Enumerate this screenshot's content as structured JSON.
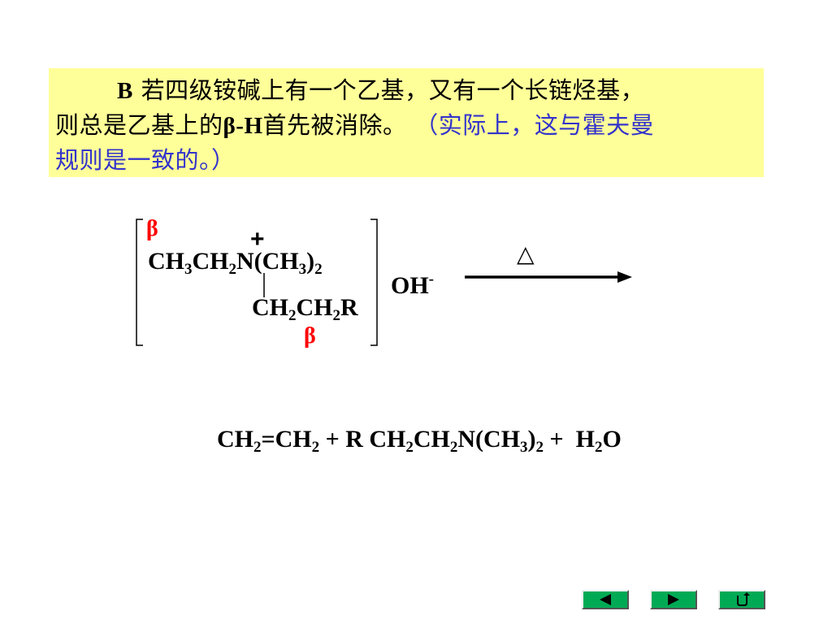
{
  "note": {
    "latin_b": "B",
    "line1_text": "若四级铵碱上有一个乙基，又有一个长链烃基，",
    "line2_pre": "则总是乙基上的",
    "line2_latin": "β-H",
    "line2_post": "首先被消除。",
    "aside_a": "（实际上，这与霍夫曼",
    "aside_b": "规则是一致的。）",
    "box_color": "#ffff99",
    "aside_color": "#3333cc"
  },
  "reactant": {
    "beta_top": "β",
    "plus": "+",
    "f_ch": "CH",
    "f_3": "3",
    "f_ch2": "CH",
    "f_2": "2",
    "f_n": "N(CH",
    "f_3b": "3",
    "f_close": ")",
    "f_2b": "2",
    "lower_ch": "CH",
    "lower_2": "2",
    "lower_ch2": "CH",
    "lower_2b": "2",
    "lower_r": "R",
    "beta_bottom": "β",
    "counter_ion": "OH",
    "counter_charge": "-",
    "beta_color": "#ff0000"
  },
  "reaction": {
    "condition": "△"
  },
  "products": {
    "p1_ch": "CH",
    "p1_2": "2",
    "p1_eq": "=CH",
    "p1_2b": "2",
    "plus1": " + ",
    "p2_r": "R ",
    "p2_ch": "CH",
    "p2_2": "2",
    "p2_ch2": "CH",
    "p2_2b": "2",
    "p2_n": "N(CH",
    "p2_3": "3",
    "p2_close": ")",
    "p2_2c": "2",
    "plus2": " +  ",
    "p3_h": "H",
    "p3_2": "2",
    "p3_o": "O"
  },
  "navigation": {
    "buttons": [
      {
        "icon": "triangle-left-icon"
      },
      {
        "icon": "triangle-right-icon"
      },
      {
        "icon": "return-arrow-icon"
      }
    ],
    "button_color": "#00aa55"
  }
}
